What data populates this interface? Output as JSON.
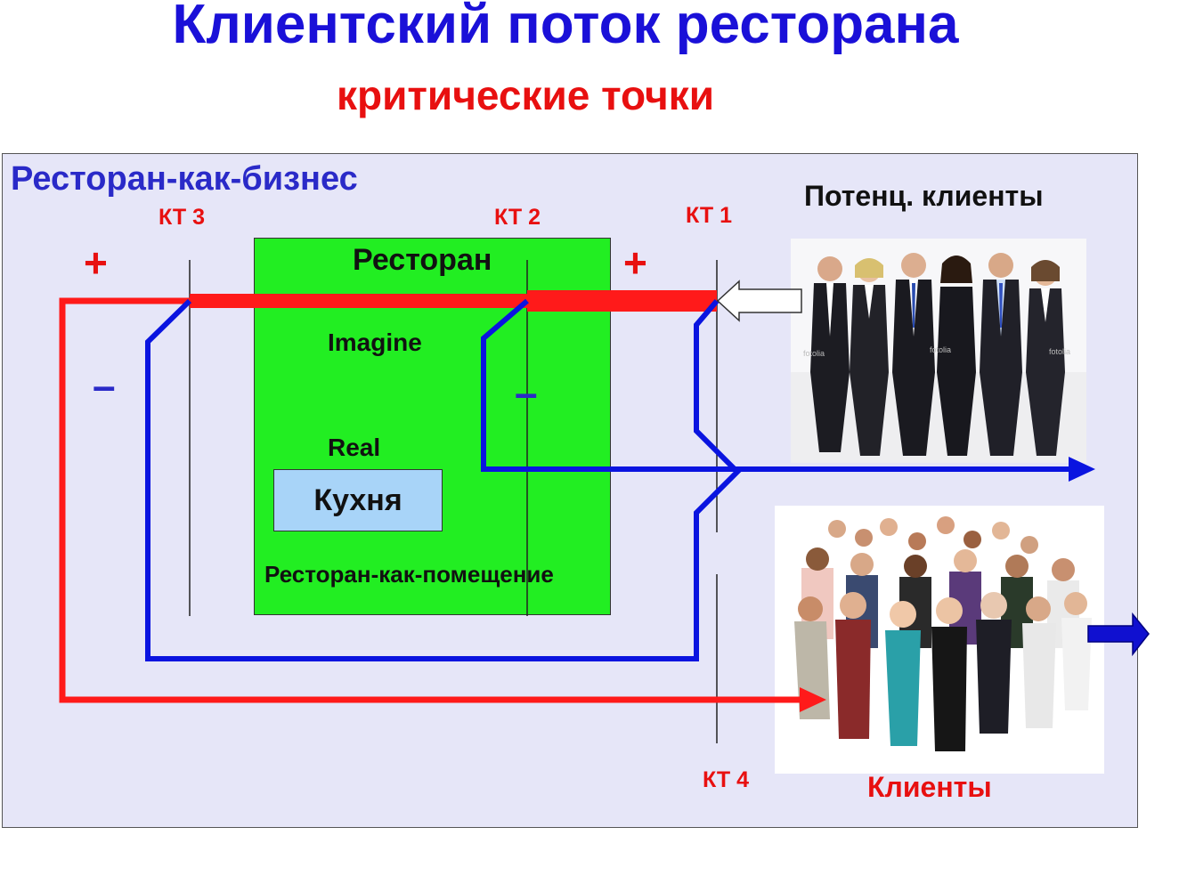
{
  "title": "Клиентский поток ресторана",
  "subtitle": "критические точки",
  "frame_label": "Ресторан-как-бизнес",
  "checkpoints": {
    "kt1": "КТ 1",
    "kt2": "КТ 2",
    "kt3": "КТ 3",
    "kt4": "КТ 4"
  },
  "signs": {
    "plus": "+",
    "minus": "–"
  },
  "restaurant": {
    "title": "Ресторан",
    "imagine": "Imagine",
    "real": "Real",
    "kitchen": "Кухня",
    "premises": "Ресторан-как-помещение"
  },
  "groups": {
    "potential_clients": "Потенц. клиенты",
    "clients": "Клиенты"
  },
  "watermarks": [
    "fotolia",
    "fotolia",
    "fotolia"
  ],
  "colors": {
    "title": "#1a10d8",
    "accent_red": "#e81010",
    "flow_red": "#ff1a1a",
    "flow_blue": "#0a14e0",
    "restaurant_fill": "#22ee22",
    "kitchen_fill": "#a8d4f8",
    "frame_fill": "#e6e6f8"
  }
}
